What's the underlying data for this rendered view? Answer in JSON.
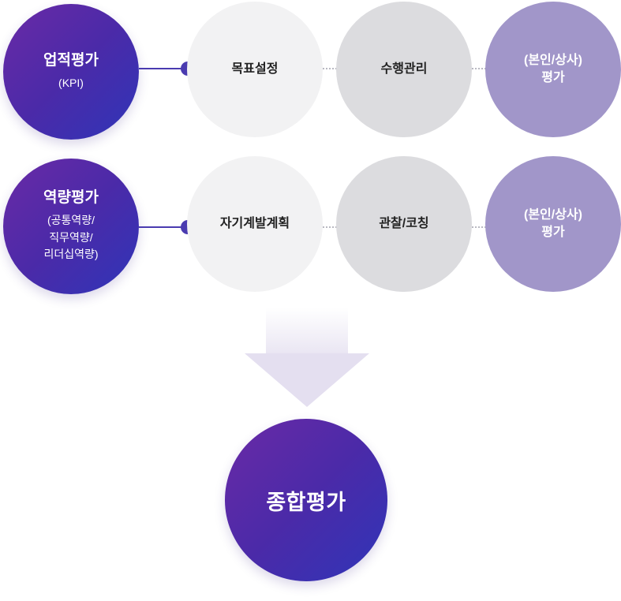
{
  "rows": [
    {
      "category_title": "업적평가",
      "category_sub": [
        "(KPI)"
      ],
      "steps": [
        "목표설정",
        "수행관리",
        "(본인/상사)\n평가"
      ]
    },
    {
      "category_title": "역량평가",
      "category_sub": [
        "(공통역량/",
        "직무역량/",
        "리더십역량)"
      ],
      "steps": [
        "자기계발계획",
        "관찰/코칭",
        "(본인/상사)\n평가"
      ]
    }
  ],
  "final": {
    "label": "종합평가"
  },
  "colors": {
    "primary_gradient_start": "#6a2aa6",
    "primary_gradient_end": "#2f35b8",
    "connector": "#4a3bb0",
    "step_light": "#f2f2f3",
    "step_mid": "#dcdcdf",
    "step_purple": "#a196c9",
    "arrow": "#e4dff0"
  }
}
